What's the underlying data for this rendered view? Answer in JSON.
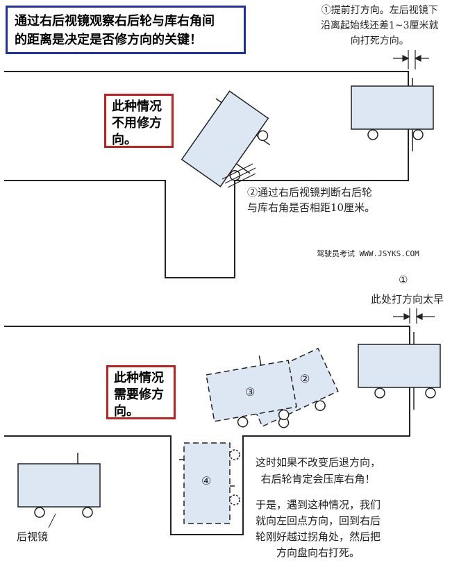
{
  "title_box": {
    "line1": "通过右后视镜观察右后轮与库右角间",
    "line2": "的距离是决定是否修方向的关键！"
  },
  "top_scene": {
    "note1": {
      "line1": "①提前打方向。左后视镜下",
      "line2": "沿离起始线还差1~3厘米就",
      "line3": "向打死方向。"
    },
    "no_adjust": {
      "line1": "此种情况",
      "line2": "不用修方",
      "line3": "向。"
    },
    "note2": {
      "line1": "②通过右后视镜判断右后轮",
      "line2": "与库右角是否相距10厘米。"
    }
  },
  "watermark": "驾驶员考试 WWW.JSYKS.COM",
  "bottom_scene": {
    "marker1_number": "①",
    "marker1_text": "此处打方向太早",
    "need_adjust": {
      "line1": "此种情况",
      "line2": "需要修方",
      "line3": "向。"
    },
    "label_2": "②",
    "label_3": "③",
    "label_4": "④",
    "note_warning": {
      "line1": "这时如果不改变后退方向，",
      "line2": "右后轮肯定会压库右角！"
    },
    "note_solution": {
      "line1": "于是，遇到这种情况，我们",
      "line2": "就向左回点方向，回到右后",
      "line3": "轮刚好越过拐角处，然后把",
      "line4": "方向盘向右打死。"
    },
    "mirror_label": "后视镜"
  },
  "colors": {
    "car_fill": "#dde7f4",
    "blue_border": "#1f2fa8",
    "red_border": "#c61f1f",
    "line": "#222222"
  }
}
